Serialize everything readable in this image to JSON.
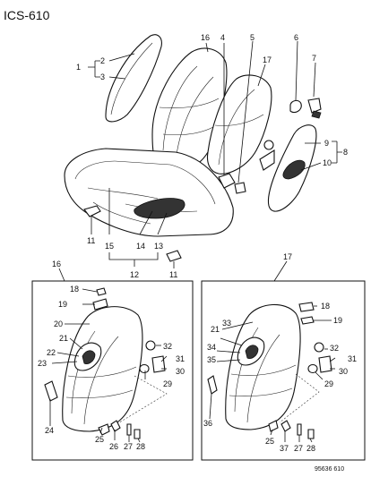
{
  "diagram_code": "ICS-610",
  "footer_code": "95636 610",
  "labels": {
    "n1": "1",
    "n2": "2",
    "n3": "3",
    "n4": "4",
    "n5": "5",
    "n6": "6",
    "n7": "7",
    "n8": "8",
    "n9": "9",
    "n10": "10",
    "n11a": "11",
    "n11b": "11",
    "n12": "12",
    "n13": "13",
    "n14": "14",
    "n15": "15",
    "n16a": "16",
    "n16b": "16",
    "n17a": "17",
    "n17b": "17",
    "l18": "18",
    "l19": "19",
    "l20": "20",
    "l21": "21",
    "l22": "22",
    "l23": "23",
    "l24": "24",
    "l25": "25",
    "l26": "26",
    "l27": "27",
    "l28": "28",
    "l29": "29",
    "l30": "30",
    "l31": "31",
    "l32": "32",
    "r18": "18",
    "r19": "19",
    "r21": "21",
    "r25": "25",
    "r27": "27",
    "r28": "28",
    "r29": "29",
    "r30": "30",
    "r31": "31",
    "r32": "32",
    "r33": "33",
    "r34": "34",
    "r35": "35",
    "r36": "36",
    "r37": "37"
  }
}
